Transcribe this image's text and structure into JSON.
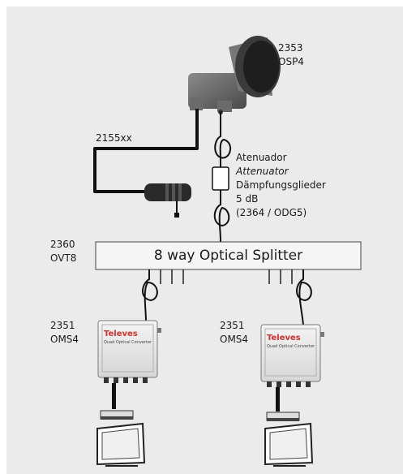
{
  "lnb": {
    "code": "2353",
    "model": "OSP4"
  },
  "cable": {
    "code": "2155xx"
  },
  "attenuator": {
    "name_es": "Atenuador",
    "name_en": "Attenuator",
    "name_de": "Dämpfungsglieder",
    "value": "5 dB",
    "codes": "(2364 / ODG5)"
  },
  "splitter": {
    "code": "2360",
    "model": "OVT8",
    "label": "8 way Optical Splitter"
  },
  "converters": [
    {
      "code": "2351",
      "model": "OMS4",
      "brand": "Televes",
      "subtitle": "Quad Optical Converter"
    },
    {
      "code": "2351",
      "model": "OMS4",
      "brand": "Televes",
      "subtitle": "Quad Optical Converter"
    }
  ],
  "colors": {
    "background": "#ebebeb",
    "device": "#5c5c5c",
    "line": "#111111"
  }
}
